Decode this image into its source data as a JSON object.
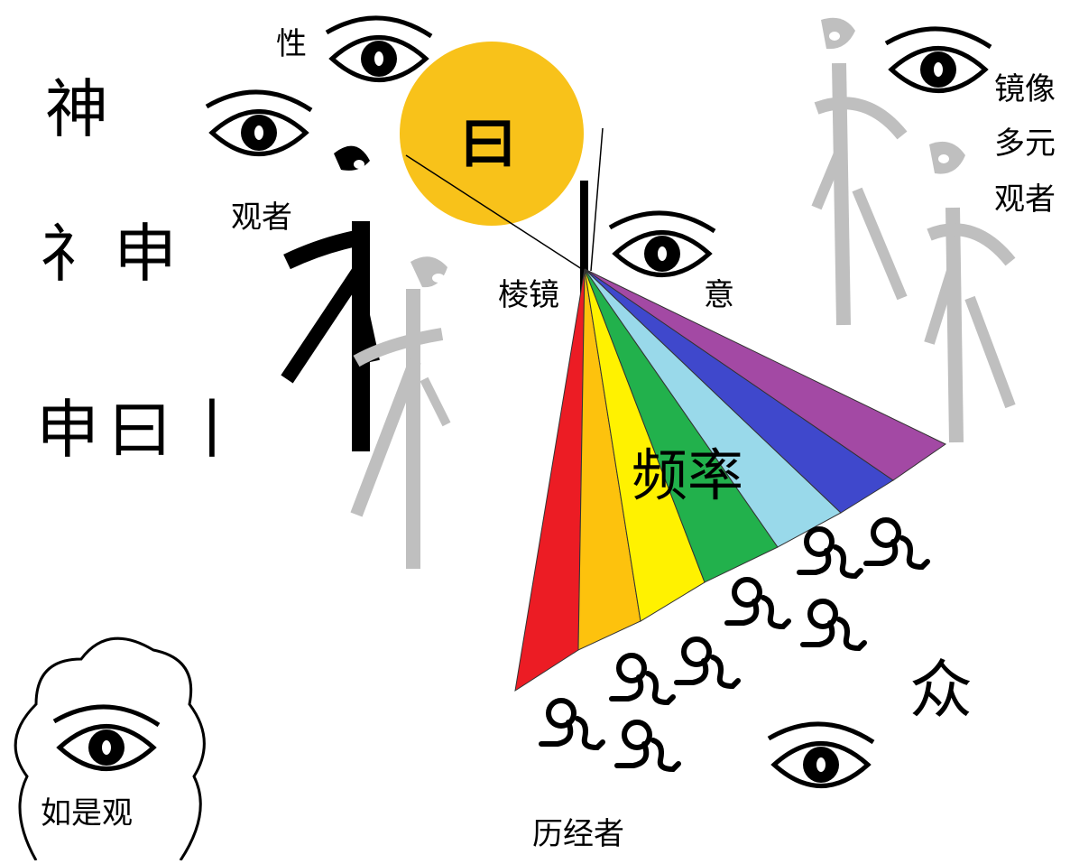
{
  "left_column": {
    "row1": "神",
    "row2": "礻申",
    "row3": "申曰丨"
  },
  "labels": {
    "nature": "性",
    "viewer_left": "观者",
    "sun_char": "曰",
    "prism": "棱镜",
    "intent": "意",
    "mirror_multi": [
      "镜像",
      "多元",
      "观者"
    ],
    "frequency": "频率",
    "crowd": "众",
    "experiencer": "历经者",
    "as_is_view": "如是观",
    "people_glyph": "儿"
  },
  "colors": {
    "sun": "#f8c21a",
    "ink": "#000000",
    "ghost": "#bfbfbf",
    "spectrum": [
      "#ec1c24",
      "#fdc20d",
      "#fff200",
      "#22b14c",
      "#99d9ea",
      "#3f48cc",
      "#a349a4"
    ]
  },
  "icons": [
    "eye-icon",
    "glasses-figure-icon",
    "thought-cloud-icon",
    "person-glyph-icon"
  ]
}
